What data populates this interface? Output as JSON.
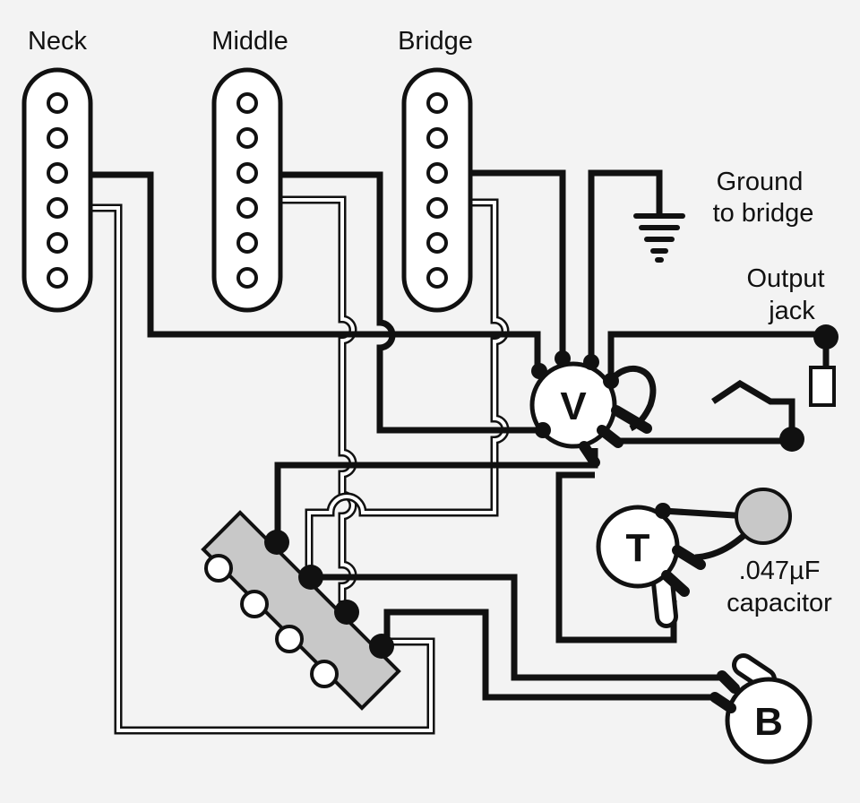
{
  "pickups": {
    "neck": {
      "label": "Neck"
    },
    "middle": {
      "label": "Middle"
    },
    "bridge": {
      "label": "Bridge"
    }
  },
  "labels": {
    "ground_line1": "Ground",
    "ground_line2": "to bridge",
    "output_line1": "Output",
    "output_line2": "jack",
    "cap_line1": ".047µF",
    "cap_line2": "capacitor"
  },
  "pots": {
    "volume": "V",
    "tone": "T",
    "blend": "B"
  },
  "colors": {
    "wire_hot": "#111111",
    "wire_white_fill": "#ffffff",
    "switch_body": "#c8c8c8",
    "capacitor": "#c8c8c8",
    "background": "#f3f3f3"
  }
}
